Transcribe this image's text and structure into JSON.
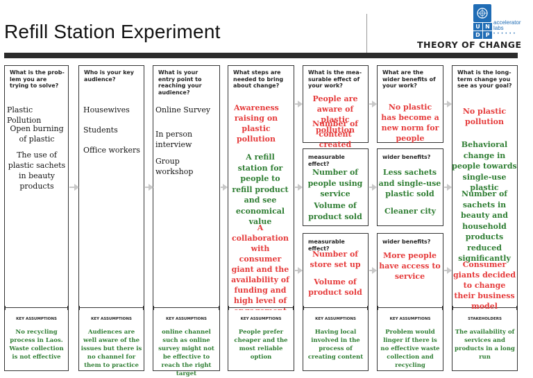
{
  "title": "Refill Station Experiment",
  "subtitle": "THEORY OF CHANGE",
  "logo": {
    "letters": [
      "U",
      "N",
      "D",
      "P"
    ],
    "text": [
      "accelerator",
      "labs"
    ]
  },
  "columns": [
    {
      "header": "What is the prob- lem you are trying to solve?",
      "items": [
        "Plastic Pollution",
        "Open burning of plastic",
        "The use of plastic sachets in beauty products"
      ]
    },
    {
      "header": "Who is your key audience?",
      "items": [
        "Housewives",
        "Students",
        "Office workers"
      ]
    },
    {
      "header": "What is your entry point to reaching your audience?",
      "items": [
        "Online Survey",
        "In person interview",
        "Group workshop"
      ]
    },
    {
      "header": "What steps are needed to bring about change?",
      "items": [
        "Awareness raising on plastic pollution",
        "A refill station for people to refill product and see economical value",
        "A collaboration with consumer giant and the availability of funding and high level of engagement"
      ]
    },
    {
      "header": "What is the mea- surable effect of your work?",
      "boxes": [
        {
          "header": "",
          "red": "People are aware of plastic pollution",
          "red2": "Number of content created",
          "green": ""
        },
        {
          "header": "measurable effect?",
          "red": "",
          "green": "Number of people using service",
          "green2": "Volume of product sold"
        },
        {
          "header": "measurable effect?",
          "red": "Number of store set up",
          "red2": "Volume of product sold"
        }
      ]
    },
    {
      "header": "What are the wider benefits of your work?",
      "boxes": [
        {
          "header": "",
          "red": "No plastic has become a new norm for people"
        },
        {
          "header": "wider benefits?",
          "green": "Less sachets and single-use plastic sold",
          "green2": "Cleaner city"
        },
        {
          "header": "wider benefits?",
          "red": "More people have access to service"
        }
      ]
    },
    {
      "header": "What is the long- term change you see as your goal?",
      "items": [
        "No plastic pollution",
        "Behavioral change in people towards single-use plastic",
        "Number of sachets in beauty and household products reduced significantly",
        "Consumer giants decided to change their business model"
      ]
    }
  ],
  "assumptions": [
    {
      "header": "KEY ASSUMPTIONS",
      "text": "No recycling process in Laos. Waste collection is not effective"
    },
    {
      "header": "KEY ASSUMPTIONS",
      "text": "Audiences are well aware of the issues but there is no channel for them to practice"
    },
    {
      "header": "KEY ASSUMPTIONS",
      "text": "online channel such as online survey might not be effective to reach the right target"
    },
    {
      "header": "KEY ASSUMPTIONS",
      "text": "People prefer cheaper and the most reliable option"
    },
    {
      "header": "KEY ASSUMPTIONS",
      "text": "Having local involved in the process of creating content"
    },
    {
      "header": "KEY ASSUMPTIONS",
      "text": "Problem would linger if there is no effective waste collection and recycling"
    },
    {
      "header": "STAKEHOLDERS",
      "text": "The availability of services and products in a long run"
    }
  ],
  "colors": {
    "red": "#e53a3a",
    "green": "#2e7d32",
    "bar": "#2b2b2b",
    "undp_blue": "#1f6cb5",
    "arrow": "#c8c8c8"
  }
}
